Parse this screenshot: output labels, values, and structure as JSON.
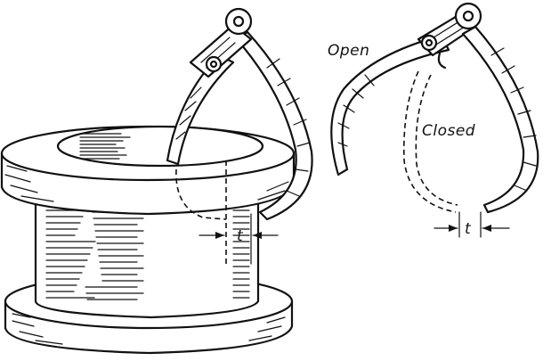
{
  "figure": {
    "labels": {
      "open": "Open",
      "closed": "Closed",
      "thickness_left": "t",
      "thickness_right": "t"
    },
    "colors": {
      "ink": "#111111",
      "paper": "#ffffff"
    }
  }
}
